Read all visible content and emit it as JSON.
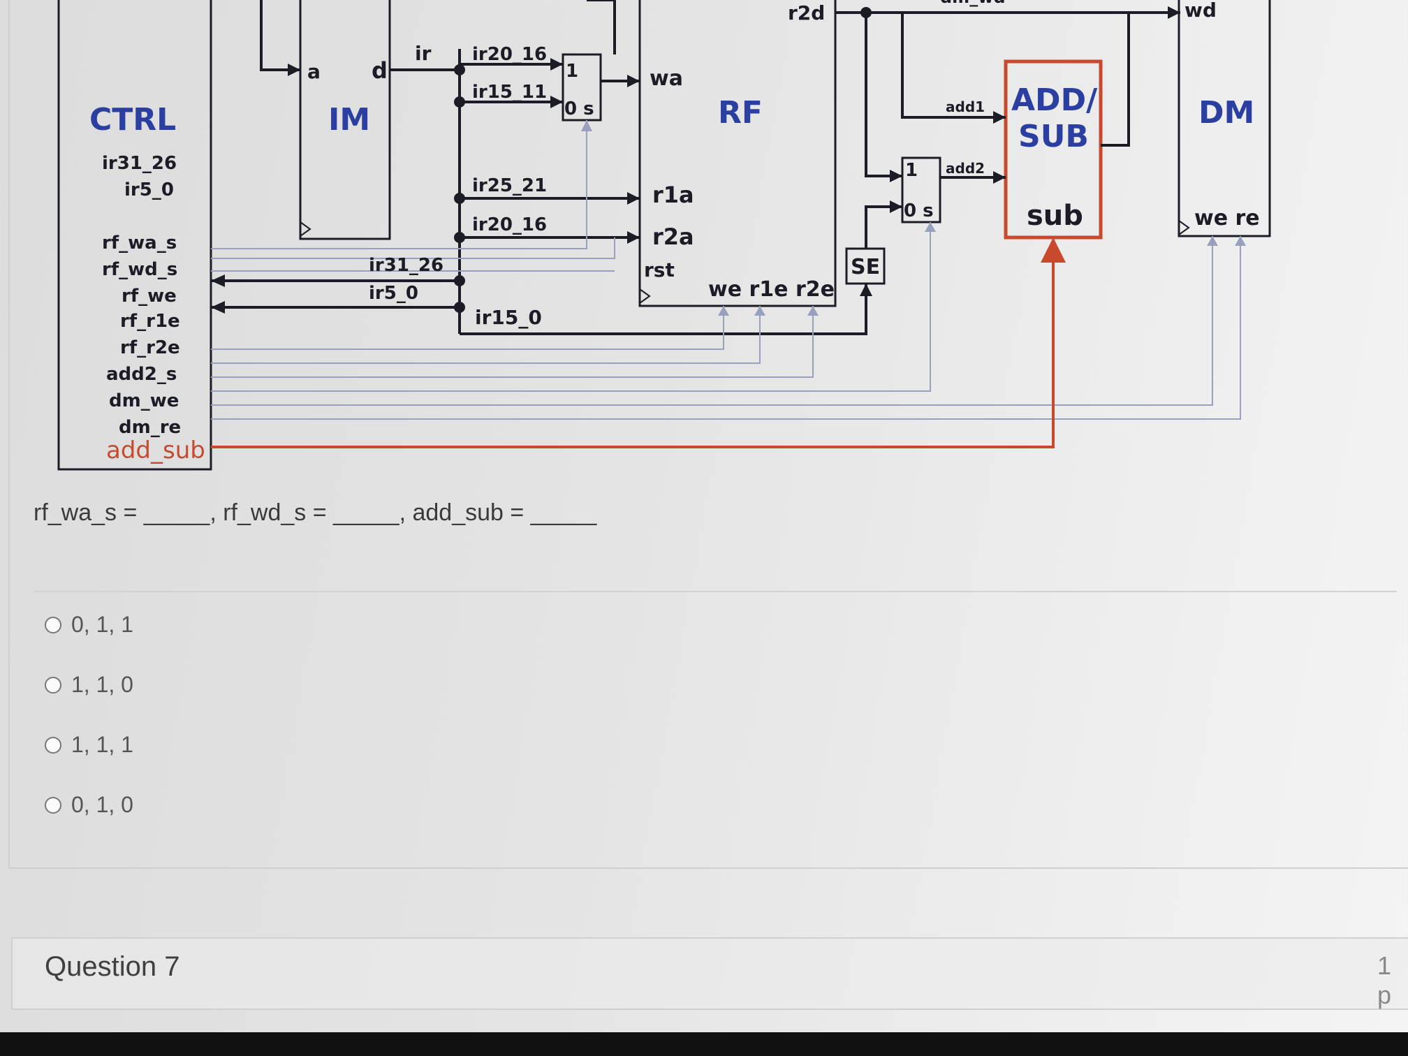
{
  "diagram": {
    "blocks": {
      "ctrl": "CTRL",
      "im": "IM",
      "rf": "RF",
      "addsub_line1": "ADD/",
      "addsub_line2": "SUB",
      "dm": "DM",
      "se": "SE"
    },
    "ctrl_inputs": [
      "ir31_26",
      "ir5_0"
    ],
    "ctrl_outputs": [
      "rf_wa_s",
      "rf_wd_s",
      "rf_we",
      "rf_r1e",
      "rf_r2e",
      "add2_s",
      "dm_we",
      "dm_re",
      "add_sub"
    ],
    "ports": {
      "im_a": "a",
      "im_d": "d",
      "rf_wa": "wa",
      "rf_r1a": "r1a",
      "rf_r2a": "r2a",
      "rf_rst": "rst",
      "rf_we_r1e_r2e": "we r1e r2e",
      "rf_r2d": "r2d",
      "add1": "add1",
      "add2": "add2",
      "sub": "sub",
      "dm_wd": "wd",
      "dm_we_re": "we re",
      "dm_wd_top": "dm_wd"
    },
    "wires": {
      "ir": "ir",
      "ir20_16_top": "ir20_16",
      "ir15_11": "ir15_11",
      "ir25_21": "ir25_21",
      "ir20_16": "ir20_16",
      "ir31_26": "ir31_26",
      "ir5_0": "ir5_0",
      "ir15_0": "ir15_0"
    },
    "mux": {
      "one": "1",
      "zero_s": "0 s"
    }
  },
  "question": {
    "text": "rf_wa_s = _____, rf_wd_s = _____, add_sub = _____",
    "options": [
      "0, 1, 1",
      "1, 1, 0",
      "1, 1, 1",
      "0, 1, 0"
    ]
  },
  "next_question": {
    "title": "Question 7",
    "points": "1 p"
  }
}
